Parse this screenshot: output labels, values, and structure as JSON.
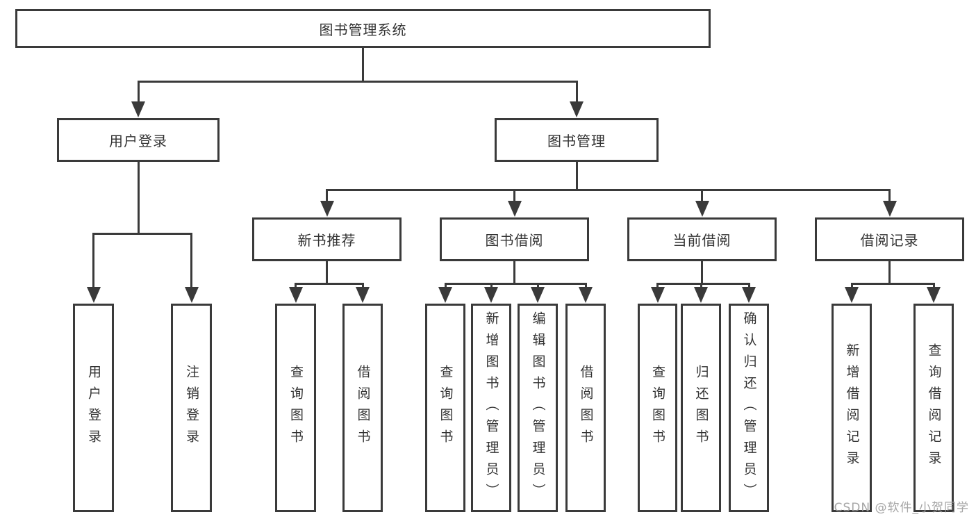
{
  "diagram": {
    "nodes": [
      {
        "id": "system",
        "label": "图书管理系统",
        "parent": null
      },
      {
        "id": "user-login-group",
        "label": "用户登录",
        "parent": "system"
      },
      {
        "id": "book-mgmt",
        "label": "图书管理",
        "parent": "system"
      },
      {
        "id": "login",
        "label": "用户登录",
        "parent": "user-login-group"
      },
      {
        "id": "logout",
        "label": "注销登录",
        "parent": "user-login-group"
      },
      {
        "id": "new-book-rec",
        "label": "新书推荐",
        "parent": "book-mgmt"
      },
      {
        "id": "book-borrow",
        "label": "图书借阅",
        "parent": "book-mgmt"
      },
      {
        "id": "current-borrow",
        "label": "当前借阅",
        "parent": "book-mgmt"
      },
      {
        "id": "borrow-records",
        "label": "借阅记录",
        "parent": "book-mgmt"
      },
      {
        "id": "rec-query-book",
        "label": "查询图书",
        "parent": "new-book-rec"
      },
      {
        "id": "rec-borrow-book",
        "label": "借阅图书",
        "parent": "new-book-rec"
      },
      {
        "id": "bb-query-book",
        "label": "查询图书",
        "parent": "book-borrow"
      },
      {
        "id": "bb-add-book",
        "label": "新增图书（管理员）",
        "parent": "book-borrow"
      },
      {
        "id": "bb-edit-book",
        "label": "编辑图书（管理员）",
        "parent": "book-borrow"
      },
      {
        "id": "bb-borrow-book",
        "label": "借阅图书",
        "parent": "book-borrow"
      },
      {
        "id": "cb-query-book",
        "label": "查询图书",
        "parent": "current-borrow"
      },
      {
        "id": "cb-return-book",
        "label": "归还图书",
        "parent": "current-borrow"
      },
      {
        "id": "cb-confirm-return",
        "label": "确认归还（管理员）",
        "parent": "current-borrow"
      },
      {
        "id": "br-add-record",
        "label": "新增借阅记录",
        "parent": "borrow-records"
      },
      {
        "id": "br-query-record",
        "label": "查询借阅记录",
        "parent": "borrow-records"
      }
    ]
  },
  "watermark": {
    "text": "CSDN @软件_小贺同学"
  },
  "colors": {
    "line": "#3a3a3a",
    "text": "#333333",
    "background": "#ffffff",
    "watermark": "#9e9e9e"
  }
}
